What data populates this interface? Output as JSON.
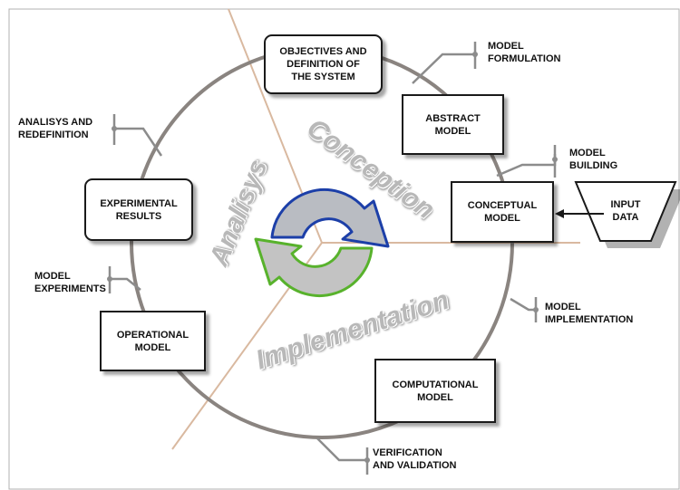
{
  "phases": {
    "conception": "Conception",
    "analysis": "Analisys",
    "implementation": "Implementation"
  },
  "boxes": {
    "objectives": "OBJECTIVES AND\nDEFINITION OF\nTHE SYSTEM",
    "abstract_model": "ABSTRACT\nMODEL",
    "conceptual_model": "CONCEPTUAL\nMODEL",
    "input_data": "INPUT\nDATA",
    "computational_model": "COMPUTATIONAL\nMODEL",
    "operational_model": "OPERATIONAL\nMODEL",
    "experimental_results": "EXPERIMENTAL\nRESULTS"
  },
  "annotations": {
    "model_formulation": "MODEL\nFORMULATION",
    "model_building": "MODEL\nBUILDING",
    "model_implementation": "MODEL\nIMPLEMENTATION",
    "verification_validation": "VERIFICATION\nAND VALIDATION",
    "model_experiments": "MODEL\nEXPERIMENTS",
    "analysis_redefinition": "ANALISYS AND\nREDEFINITION"
  },
  "colors": {
    "circle": "#8a8480",
    "divider": "#d9b9a0",
    "callout": "#8c8c8c",
    "arrow_blue_fill": "#b9bcc2",
    "arrow_blue_stroke": "#1c3fa8",
    "arrow_green_fill": "#c3c3c3",
    "arrow_green_stroke": "#58b22c",
    "trapezoid_fill": "#ffffff"
  },
  "icons": {
    "cycle": "cycle-arrows-icon"
  }
}
